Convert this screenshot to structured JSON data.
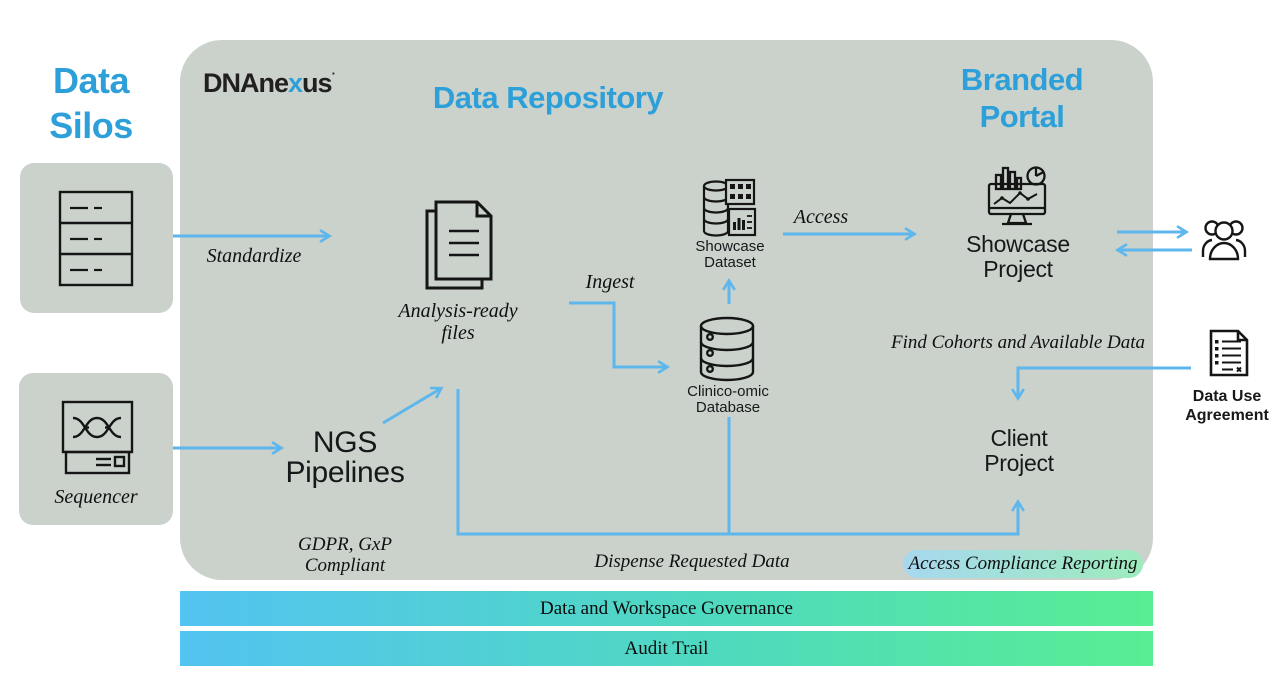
{
  "colors": {
    "panel_bg": "#cbd2cc",
    "accent_blue": "#2d9fd9",
    "arrow_blue": "#5db6ec",
    "ink": "#141414",
    "bar_gradient_start": "#53c3f1",
    "bar_gradient_end": "#58ee93",
    "pill_gradient_start": "#a7d8ee",
    "pill_gradient_end": "#9debbd"
  },
  "left_column": {
    "title": "Data\nSilos",
    "sequencer_label": "Sequencer"
  },
  "repository": {
    "logo": {
      "part1": "DNAne",
      "accent": "x",
      "part2": "us",
      "mark": "·"
    },
    "title": "Data Repository",
    "nodes": {
      "analysis_ready_files": "Analysis-ready\nfiles",
      "ngs_pipelines": "NGS\nPipelines",
      "showcase_dataset": "Showcase\nDataset",
      "clinico_omic_database": "Clinico-omic\nDatabase"
    },
    "flow_labels": {
      "standardize": "Standardize",
      "ingest": "Ingest",
      "access": "Access",
      "dispense": "Dispense Requested Data",
      "gdpr": "GDPR, GxP\nCompliant"
    }
  },
  "portal": {
    "title": "Branded\nPortal",
    "nodes": {
      "showcase_project": "Showcase\nProject",
      "client_project": "Client\nProject"
    },
    "find_cohorts": "Find Cohorts and Available Data",
    "compliance_pill": "Access Compliance Reporting"
  },
  "external": {
    "data_use_agreement": "Data Use\nAgreement"
  },
  "bars": [
    {
      "label": "Data and Workspace Governance"
    },
    {
      "label": "Audit Trail"
    }
  ],
  "icons": {
    "server_rack": "server-rack-icon",
    "sequencer": "sequencer-icon",
    "documents": "documents-stack-icon",
    "showcase_dataset": "database-table-icon",
    "clinico_database": "database-cylinder-icon",
    "monitor": "analytics-monitor-icon",
    "users": "users-group-icon",
    "agreement": "agreement-document-icon"
  }
}
